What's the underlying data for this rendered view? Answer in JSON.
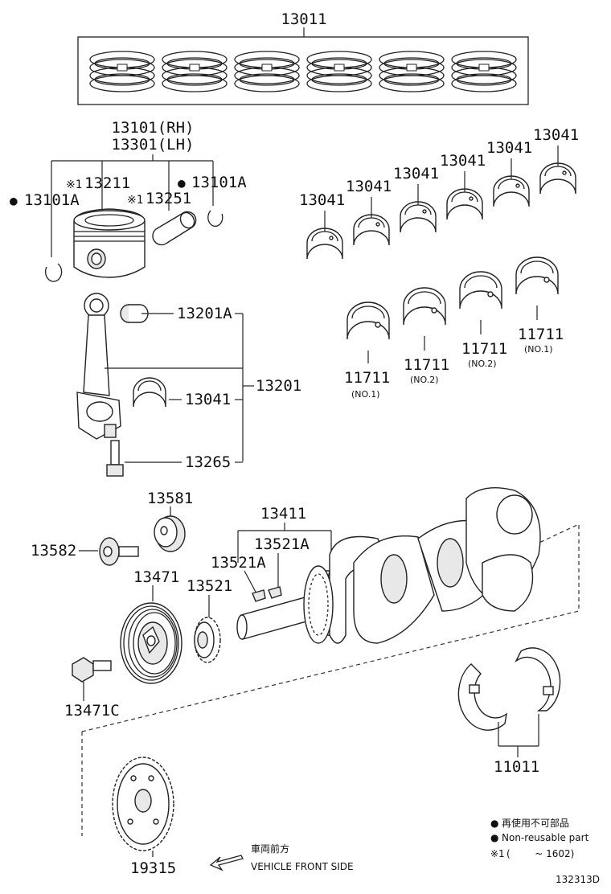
{
  "labels": {
    "p13011": "13011",
    "p13101rh": "13101(RH)",
    "p13301lh": "13301(LH)",
    "p13211": "13211",
    "p13251": "13251",
    "p13101a_left": "13101A",
    "p13101a_right": "13101A",
    "p13201a": "13201A",
    "p13201": "13201",
    "p13041_rod": "13041",
    "p13265": "13265",
    "p13041_1": "13041",
    "p13041_2": "13041",
    "p13041_3": "13041",
    "p13041_4": "13041",
    "p13041_5": "13041",
    "p13041_6": "13041",
    "p11711_a": "11711",
    "p11711_b": "11711",
    "p11711_c": "11711",
    "p11711_d": "11711",
    "sub_no1_a": "(NO.1)",
    "sub_no2_a": "(NO.2)",
    "sub_no2_b": "(NO.2)",
    "sub_no1_b": "(NO.1)",
    "p13581": "13581",
    "p13582": "13582",
    "p13411": "13411",
    "p13521a_1": "13521A",
    "p13521a_2": "13521A",
    "p13471": "13471",
    "p13521": "13521",
    "p13471c": "13471C",
    "p11011": "11011",
    "p19315": "19315"
  },
  "marks": {
    "dot": "●",
    "asterisk_one": "※1"
  },
  "legend": {
    "line1": "再使用不可部品",
    "line2": "Non-reusable part",
    "line3_mark": "※1",
    "line3_text": "(        ~ 1602)"
  },
  "front": {
    "jp": "車両前方",
    "en": "VEHICLE FRONT SIDE"
  },
  "diagram_id": "132313D"
}
